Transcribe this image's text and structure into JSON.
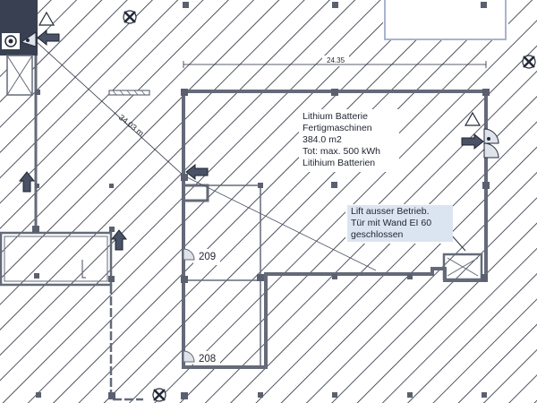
{
  "plan": {
    "dimension_top": "24.35",
    "dimension_diagonal": "34.03 m"
  },
  "rooms": [
    {
      "number": "209"
    },
    {
      "number": "208"
    }
  ],
  "notes": {
    "lithium": [
      "Lithium Batterie",
      "Fertigmaschinen",
      "384.0 m2",
      "Tot: max. 500 kWh",
      "Litihium Batterien"
    ],
    "lift": [
      "Lift ausser Betrieb.",
      "Tür mit Wand EI 60",
      "geschlossen"
    ]
  },
  "icons": [
    "fire-extinguisher-icon",
    "warning-triangle-icon",
    "exit-arrow-icon",
    "door-swing-icon",
    "fire-hose-icon"
  ],
  "colors": {
    "hatch": "#242a3a",
    "wall": "#646a78",
    "note_highlight": "#dbe5f1",
    "column": "#5a6070"
  }
}
